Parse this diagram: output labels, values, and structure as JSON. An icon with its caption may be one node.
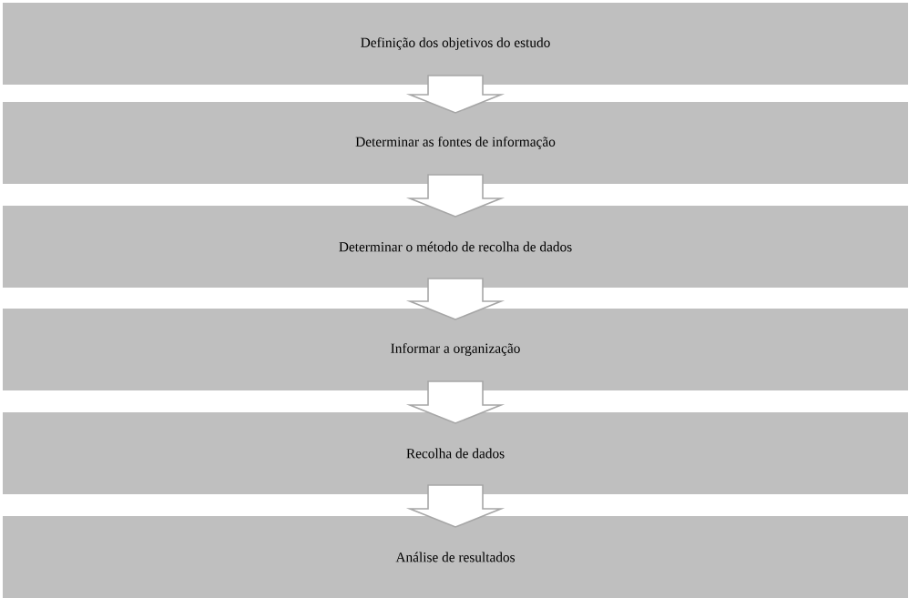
{
  "diagram": {
    "nodes": [
      {
        "text": [
          "Definição dos objetivos do estudo"
        ]
      },
      {
        "text": [
          "Determinar as fontes de informação"
        ]
      },
      {
        "text": [
          "Determinar o método de recolha de dados"
        ]
      },
      {
        "text": [
          "Informar a organização"
        ]
      },
      {
        "text": [
          "Recolha de dados"
        ]
      },
      {
        "text": [
          "Análise de resultados"
        ]
      }
    ],
    "edges": [
      {
        "from": 0,
        "to": 1,
        "arrow": "to"
      },
      {
        "from": 1,
        "to": 2,
        "arrow": "to"
      },
      {
        "from": 2,
        "to": 3,
        "arrow": "to"
      },
      {
        "from": 3,
        "to": 4,
        "arrow": "to"
      },
      {
        "from": 4,
        "to": 5,
        "arrow": "to"
      }
    ]
  }
}
